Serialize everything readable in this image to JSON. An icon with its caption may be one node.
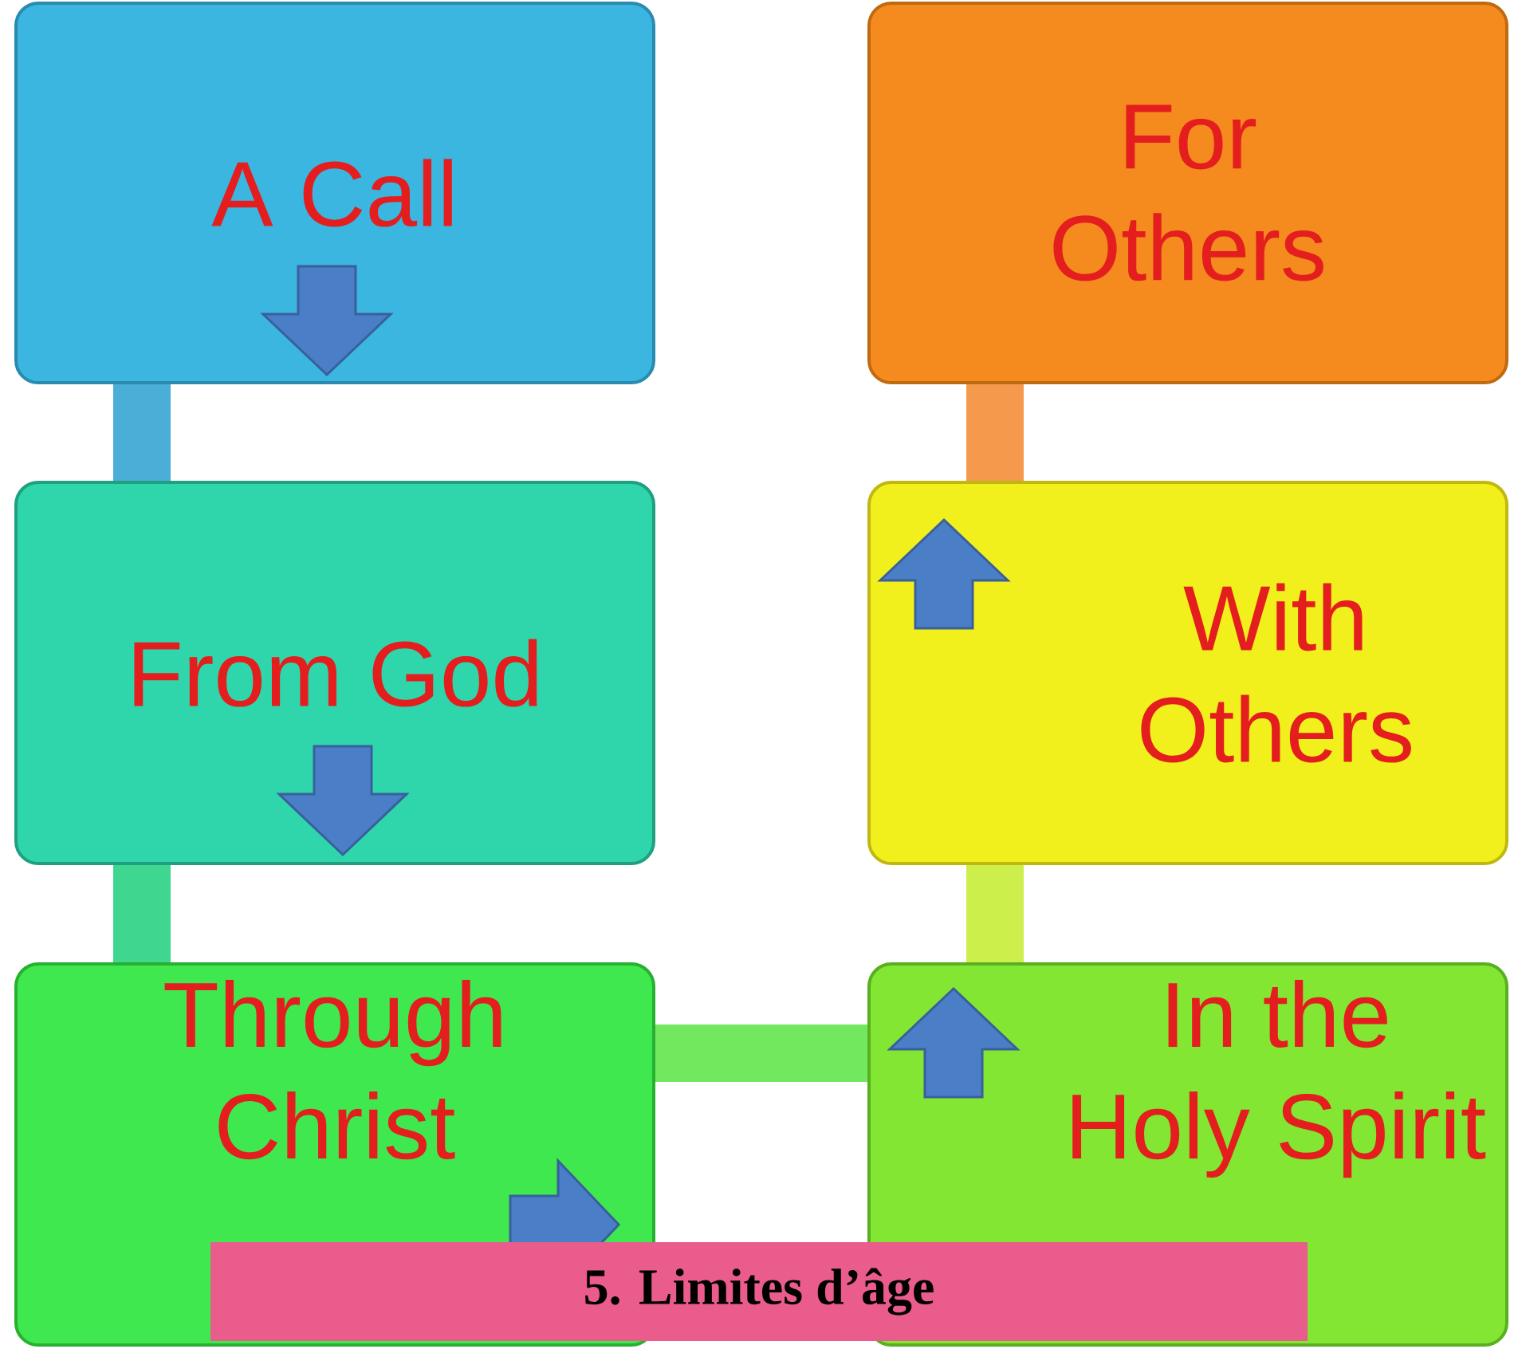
{
  "diagram": {
    "caption": "5. Limites d’âge",
    "nodes": [
      {
        "text": [
          "A Call"
        ]
      },
      {
        "text": [
          "For Others"
        ]
      },
      {
        "text": [
          "From God"
        ]
      },
      {
        "text": [
          "With Others"
        ]
      },
      {
        "text": [
          "Through Christ"
        ]
      },
      {
        "text": [
          "In the Holy Spirit"
        ]
      }
    ],
    "edges": [
      {
        "from": 0,
        "to": 2,
        "arrow": "none",
        "color": "#4aaed6"
      },
      {
        "from": 2,
        "to": 4,
        "arrow": "none",
        "color": "#3fd690"
      },
      {
        "from": 4,
        "to": 5,
        "arrow": "none",
        "color": "#72e85e"
      },
      {
        "from": 5,
        "to": 3,
        "arrow": "none",
        "color": "#cdef4c"
      },
      {
        "from": 3,
        "to": 1,
        "arrow": "none",
        "color": "#f59a4c"
      }
    ]
  }
}
